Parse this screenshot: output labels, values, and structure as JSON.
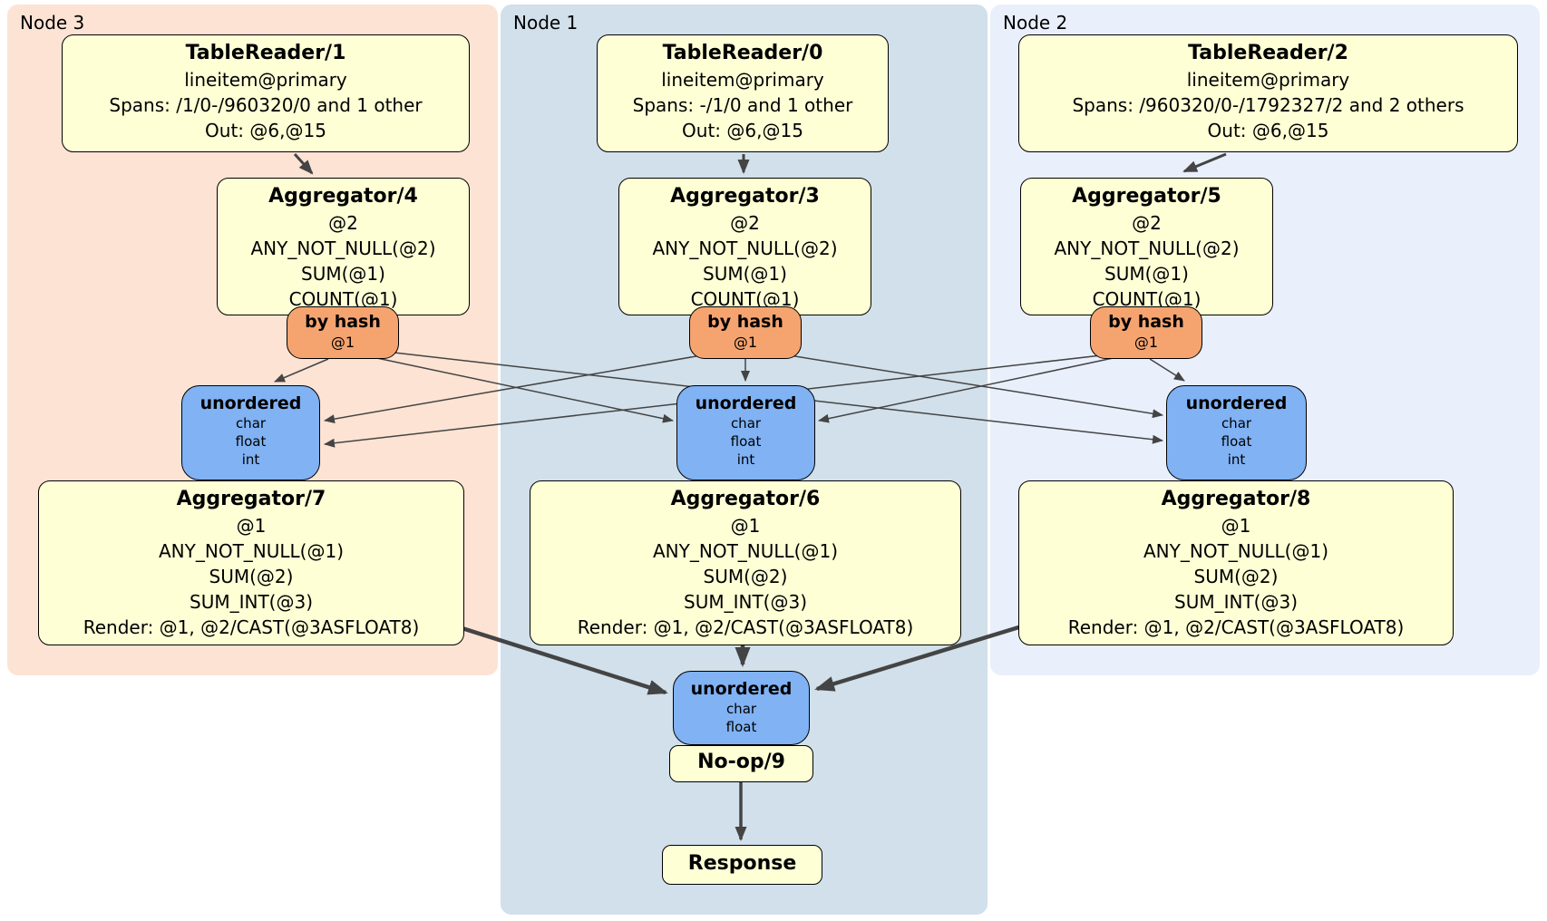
{
  "panels": {
    "node3": {
      "label": "Node 3"
    },
    "node1": {
      "label": "Node 1"
    },
    "node2": {
      "label": "Node 2"
    }
  },
  "boxes": {
    "tr1": {
      "title": "TableReader/1",
      "lines": [
        "lineitem@primary",
        "Spans: /1/0-/960320/0 and 1 other",
        "Out: @6,@15"
      ]
    },
    "tr0": {
      "title": "TableReader/0",
      "lines": [
        "lineitem@primary",
        "Spans: -/1/0 and 1 other",
        "Out: @6,@15"
      ]
    },
    "tr2": {
      "title": "TableReader/2",
      "lines": [
        "lineitem@primary",
        "Spans: /960320/0-/1792327/2 and 2 others",
        "Out: @6,@15"
      ]
    },
    "agg4": {
      "title": "Aggregator/4",
      "lines": [
        "@2",
        "ANY_NOT_NULL(@2)",
        "SUM(@1)",
        "COUNT(@1)"
      ]
    },
    "agg3": {
      "title": "Aggregator/3",
      "lines": [
        "@2",
        "ANY_NOT_NULL(@2)",
        "SUM(@1)",
        "COUNT(@1)"
      ]
    },
    "agg5": {
      "title": "Aggregator/5",
      "lines": [
        "@2",
        "ANY_NOT_NULL(@2)",
        "SUM(@1)",
        "COUNT(@1)"
      ]
    },
    "agg7": {
      "title": "Aggregator/7",
      "lines": [
        "@1",
        "ANY_NOT_NULL(@1)",
        "SUM(@2)",
        "SUM_INT(@3)",
        "Render: @1, @2/CAST(@3ASFLOAT8)"
      ]
    },
    "agg6": {
      "title": "Aggregator/6",
      "lines": [
        "@1",
        "ANY_NOT_NULL(@1)",
        "SUM(@2)",
        "SUM_INT(@3)",
        "Render: @1, @2/CAST(@3ASFLOAT8)"
      ]
    },
    "agg8": {
      "title": "Aggregator/8",
      "lines": [
        "@1",
        "ANY_NOT_NULL(@1)",
        "SUM(@2)",
        "SUM_INT(@3)",
        "Render: @1, @2/CAST(@3ASFLOAT8)"
      ]
    },
    "noop": {
      "title": "No-op/9"
    },
    "response": {
      "title": "Response"
    }
  },
  "routers": {
    "hash": {
      "label": "by hash",
      "key": "@1"
    }
  },
  "syncs": {
    "unordered_int": {
      "label": "unordered",
      "columns": [
        "char",
        "float",
        "int"
      ]
    },
    "unordered_final": {
      "label": "unordered",
      "columns": [
        "char",
        "float"
      ]
    }
  },
  "colors": {
    "node3_bg": "#fce3d4",
    "node1_bg": "#d1e0ea",
    "node2_bg": "#e9effb",
    "processor_bg": "#ffffd6",
    "hash_router_bg": "#f5a470",
    "sync_bg": "#80b2f4",
    "edge": "#444444",
    "border": "#000000"
  }
}
